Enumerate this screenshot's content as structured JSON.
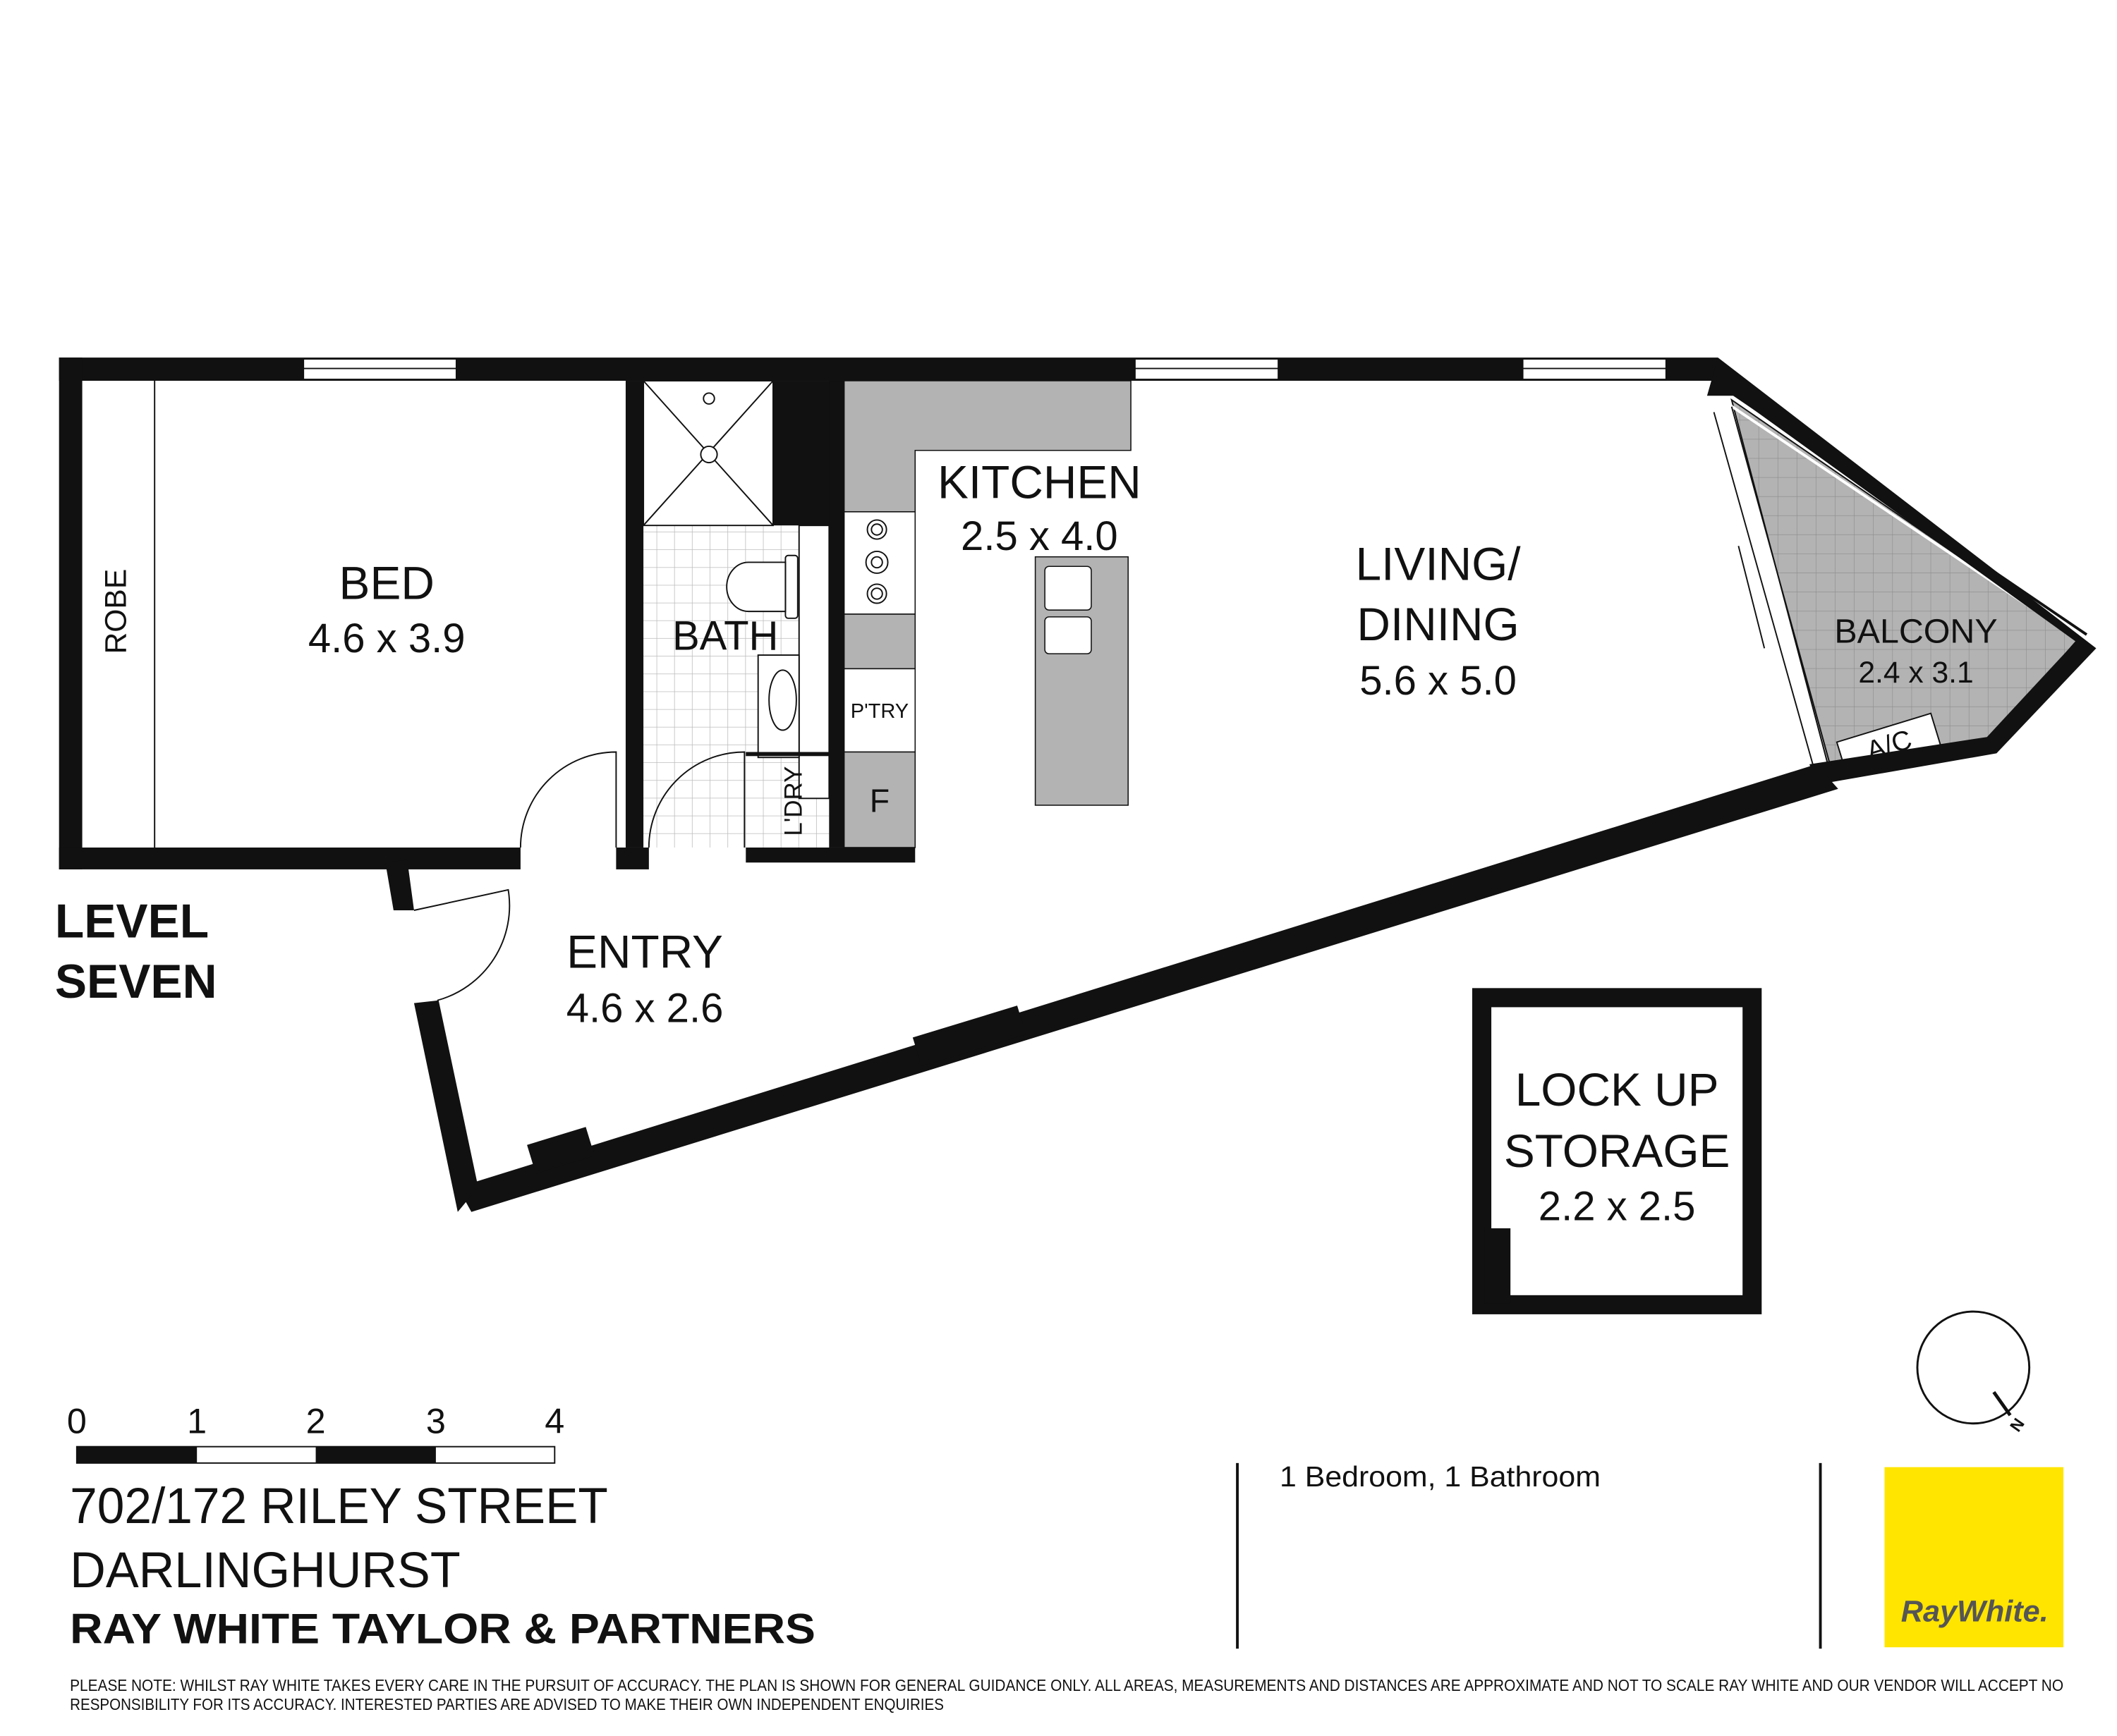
{
  "plan": {
    "level_line1": "LEVEL",
    "level_line2": "SEVEN",
    "rooms": {
      "robe": "ROBE",
      "bed": {
        "name": "BED",
        "dims": "4.6 x 3.9"
      },
      "bath": "BATH",
      "kitchen": {
        "name": "KITCHEN",
        "dims": "2.5 x 4.0"
      },
      "living": {
        "name_line1": "LIVING/",
        "name_line2": "DINING",
        "dims": "5.6 x 5.0"
      },
      "balcony": {
        "name": "BALCONY",
        "dims": "2.4 x 3.1"
      },
      "ac": "A/C",
      "pantry": "P'TRY",
      "fridge": "F",
      "laundry": "L'DRY",
      "entry": {
        "name": "ENTRY",
        "dims": "4.6 x 2.6"
      },
      "storage": {
        "name_line1": "LOCK UP",
        "name_line2": "STORAGE",
        "dims": "2.2 x 2.5"
      }
    },
    "compass_label": "N",
    "scale_labels": [
      "0",
      "1",
      "2",
      "3",
      "4"
    ]
  },
  "footer": {
    "address_line1": "702/172 RILEY STREET",
    "address_line2": "DARLINGHURST",
    "agency": "RAY WHITE TAYLOR & PARTNERS",
    "summary": "1 Bedroom, 1 Bathroom",
    "logo_text": "RayWhite.",
    "logo_color": "#FFE500",
    "disclaimer_line1": "PLEASE NOTE: WHILST RAY WHITE TAKES EVERY CARE IN THE PURSUIT OF ACCURACY. THE PLAN IS SHOWN FOR GENERAL GUIDANCE ONLY. ALL AREAS, MEASUREMENTS AND DISTANCES ARE APPROXIMATE AND NOT TO SCALE RAY WHITE AND OUR VENDOR WILL ACCEPT NO",
    "disclaimer_line2": "RESPONSIBILITY FOR ITS ACCURACY. INTERESTED PARTIES ARE ADVISED TO MAKE THEIR OWN INDEPENDENT ENQUIRIES"
  }
}
